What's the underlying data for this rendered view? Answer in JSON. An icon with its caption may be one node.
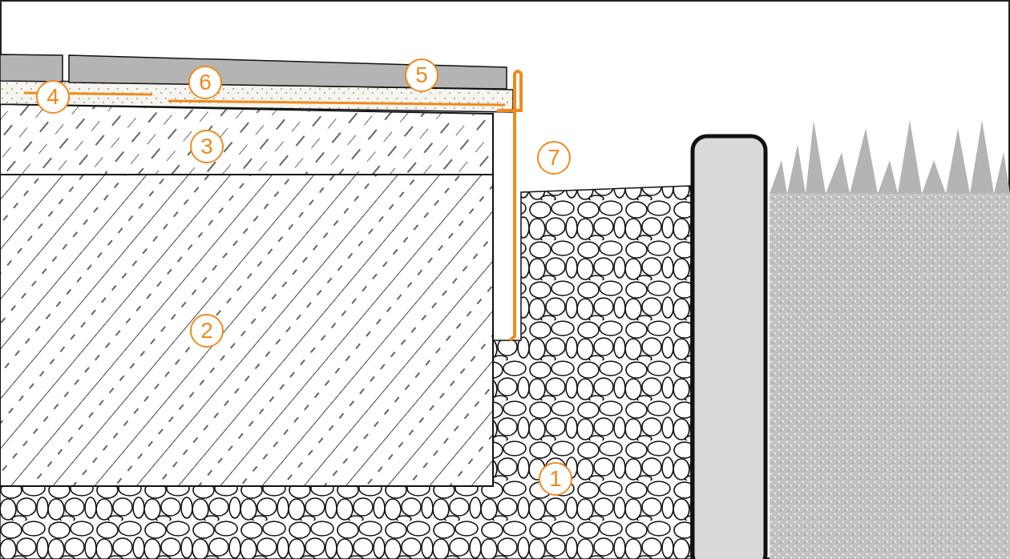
{
  "diagram": {
    "labels": [
      "5",
      "6",
      "4",
      "3",
      "7",
      "2",
      "1"
    ]
  }
}
